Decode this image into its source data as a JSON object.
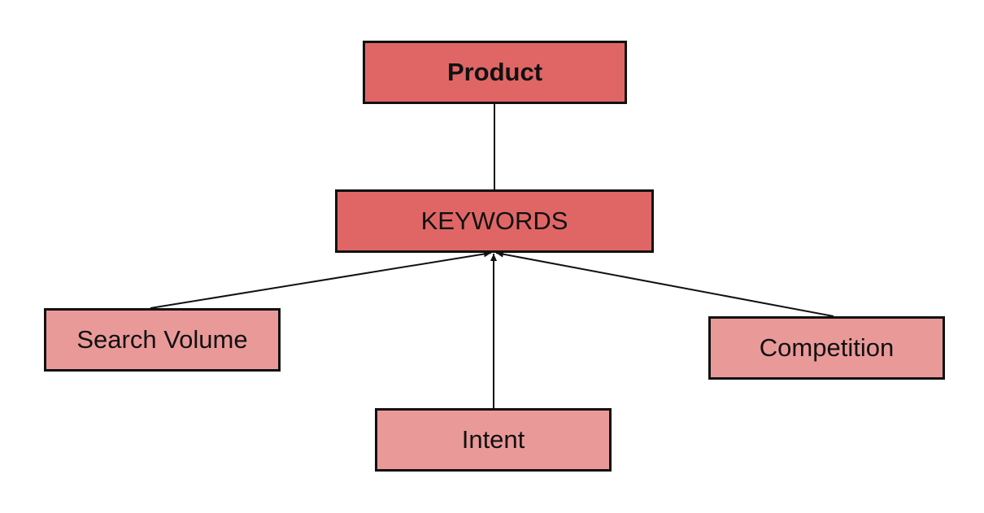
{
  "diagram": {
    "colors": {
      "primary_fill": "#e06666",
      "secondary_fill": "#ea9999",
      "border": "#111111",
      "line": "#111111"
    },
    "nodes": {
      "product": {
        "label": "Product"
      },
      "keywords": {
        "label": "KEYWORDS"
      },
      "search_volume": {
        "label": "Search Volume"
      },
      "competition": {
        "label": "Competition"
      },
      "intent": {
        "label": "Intent"
      }
    },
    "edges": [
      {
        "from": "product",
        "to": "keywords",
        "arrow": false
      },
      {
        "from": "search_volume",
        "to": "keywords",
        "arrow": true
      },
      {
        "from": "intent",
        "to": "keywords",
        "arrow": true
      },
      {
        "from": "competition",
        "to": "keywords",
        "arrow": true
      }
    ]
  }
}
